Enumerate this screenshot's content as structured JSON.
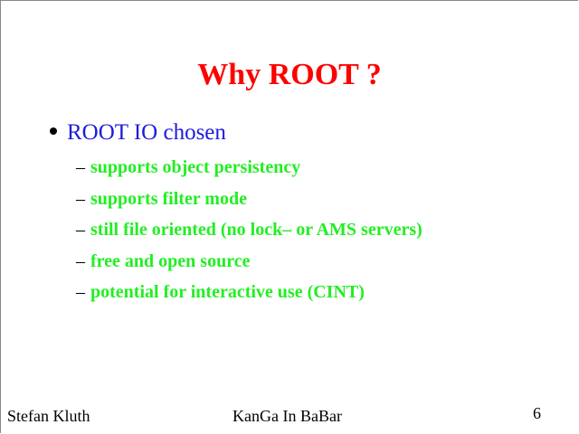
{
  "slide": {
    "title": "Why ROOT ?",
    "bullet": "ROOT IO chosen",
    "subitems": [
      "supports object persistency",
      "supports filter mode",
      "still file oriented (no lock– or AMS servers)",
      "free and open source",
      "potential for interactive use (CINT)"
    ],
    "dash": "–"
  },
  "footer": {
    "author": "Stefan Kluth",
    "talk": "KanGa In BaBar",
    "page": "6"
  }
}
